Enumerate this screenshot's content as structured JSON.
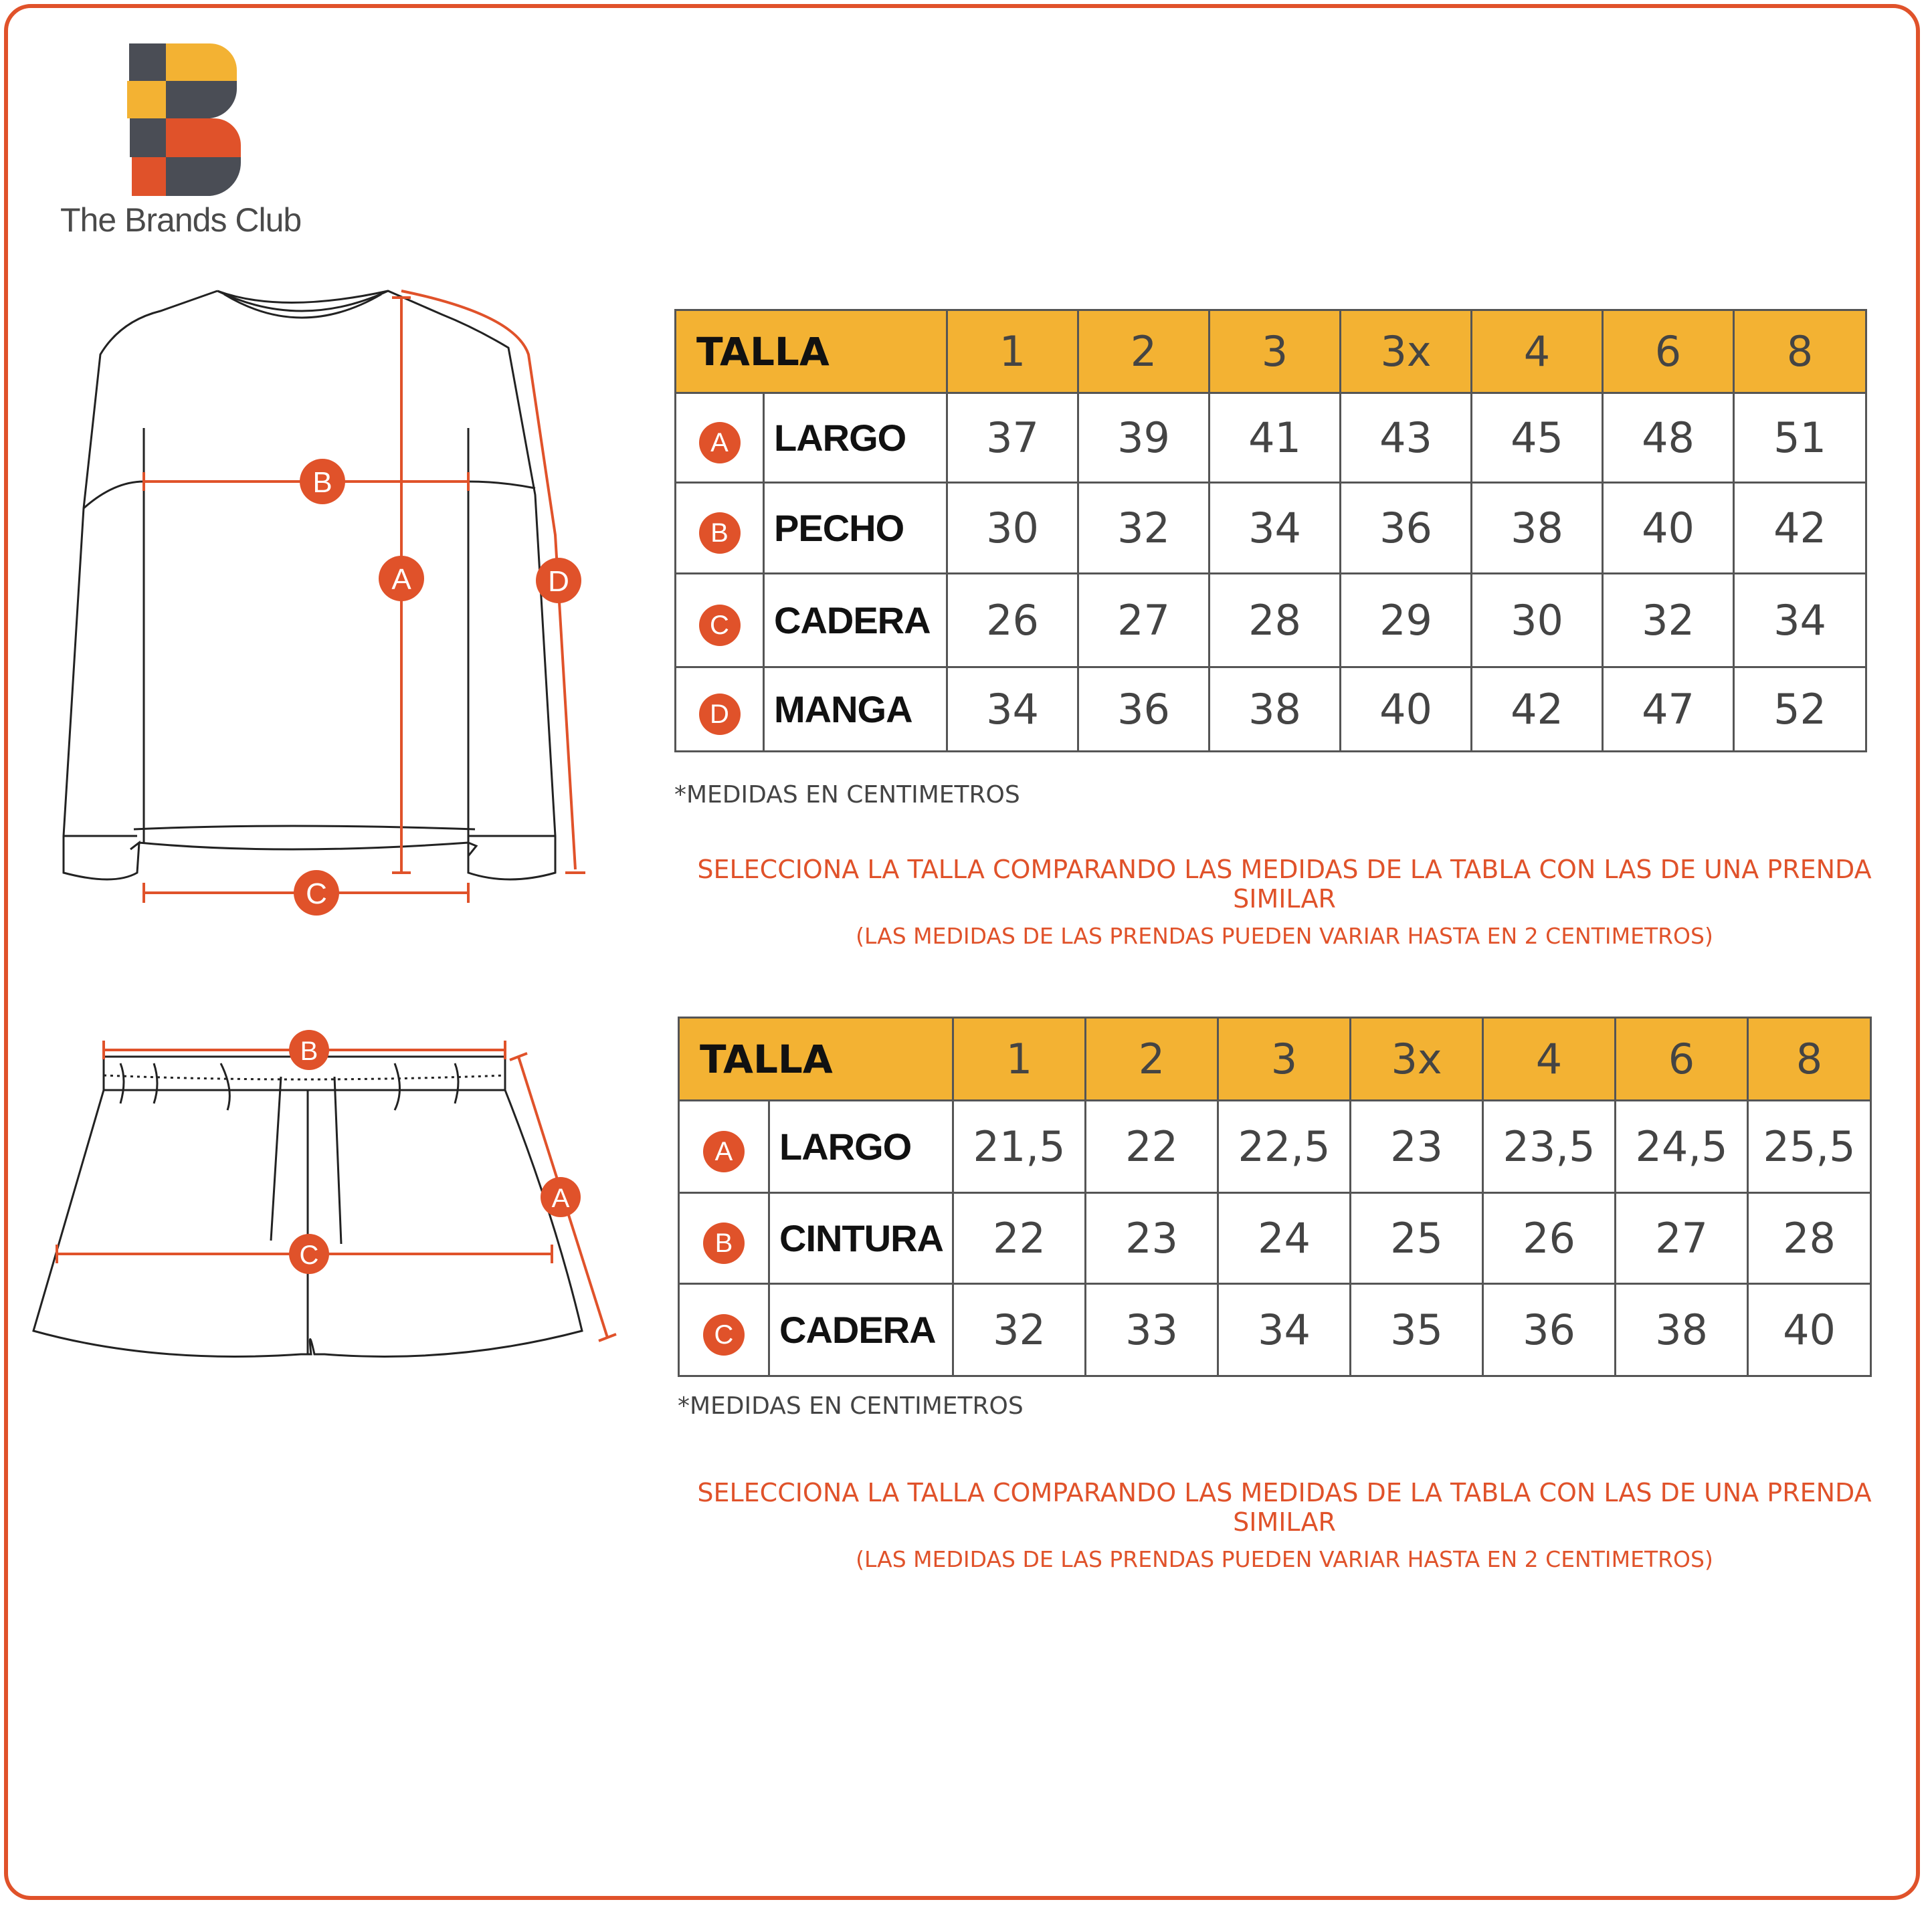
{
  "brand": {
    "name": "The Brands Club",
    "colors": {
      "orange": "#E0522A",
      "yellow": "#F3B233",
      "gray": "#4a4a4a"
    }
  },
  "top": {
    "diagram_labels": [
      "A",
      "B",
      "C",
      "D"
    ],
    "table": {
      "header_label": "TALLA",
      "sizes": [
        "1",
        "2",
        "3",
        "3x",
        "4",
        "6",
        "8"
      ],
      "rows": [
        {
          "badge": "A",
          "label": "LARGO",
          "values": [
            "37",
            "39",
            "41",
            "43",
            "45",
            "48",
            "51"
          ]
        },
        {
          "badge": "B",
          "label": "PECHO",
          "values": [
            "30",
            "32",
            "34",
            "36",
            "38",
            "40",
            "42"
          ]
        },
        {
          "badge": "C",
          "label": "CADERA",
          "values": [
            "26",
            "27",
            "28",
            "29",
            "30",
            "32",
            "34"
          ]
        },
        {
          "badge": "D",
          "label": "MANGA",
          "values": [
            "34",
            "36",
            "38",
            "40",
            "42",
            "47",
            "52"
          ]
        }
      ]
    },
    "note": "*MEDIDAS EN CENTIMETROS",
    "advice_line1": "SELECCIONA LA TALLA COMPARANDO LAS MEDIDAS DE LA TABLA CON LAS DE UNA PRENDA SIMILAR",
    "advice_line2": "(LAS MEDIDAS DE LAS PRENDAS PUEDEN VARIAR HASTA EN 2 CENTIMETROS)"
  },
  "bottom": {
    "diagram_labels": [
      "A",
      "B",
      "C"
    ],
    "table": {
      "header_label": "TALLA",
      "sizes": [
        "1",
        "2",
        "3",
        "3x",
        "4",
        "6",
        "8"
      ],
      "rows": [
        {
          "badge": "A",
          "label": "LARGO",
          "values": [
            "21,5",
            "22",
            "22,5",
            "23",
            "23,5",
            "24,5",
            "25,5"
          ]
        },
        {
          "badge": "B",
          "label": "CINTURA",
          "values": [
            "22",
            "23",
            "24",
            "25",
            "26",
            "27",
            "28"
          ]
        },
        {
          "badge": "C",
          "label": "CADERA",
          "values": [
            "32",
            "33",
            "34",
            "35",
            "36",
            "38",
            "40"
          ]
        }
      ]
    },
    "note": "*MEDIDAS EN CENTIMETROS",
    "advice_line1": "SELECCIONA LA TALLA COMPARANDO LAS MEDIDAS DE LA TABLA CON LAS DE UNA PRENDA SIMILAR",
    "advice_line2": "(LAS MEDIDAS DE LAS PRENDAS PUEDEN VARIAR HASTA EN 2 CENTIMETROS)"
  }
}
